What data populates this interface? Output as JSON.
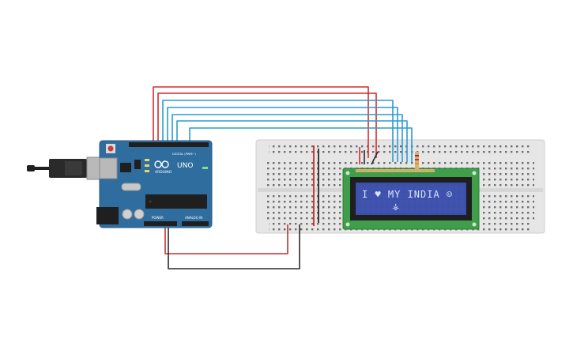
{
  "arduino": {
    "brand": "ARDUINO",
    "model": "UNO",
    "digital_label": "DIGITAL (PWM~)",
    "power_label": "POWER",
    "analog_label": "ANALOG IN",
    "board_color": "#2f6d9e"
  },
  "lcd": {
    "line1": "I ♥ MY INDIA ☺",
    "line2": "⚶",
    "screen_color": "#3c4fa8",
    "pcb_color": "#3f9e4a"
  },
  "wires": {
    "power_color": "#d42a2a",
    "ground_color": "#2b2b2b",
    "data_color": "#2b9bd0"
  },
  "breadboard": {
    "color": "#e8e8e8"
  }
}
